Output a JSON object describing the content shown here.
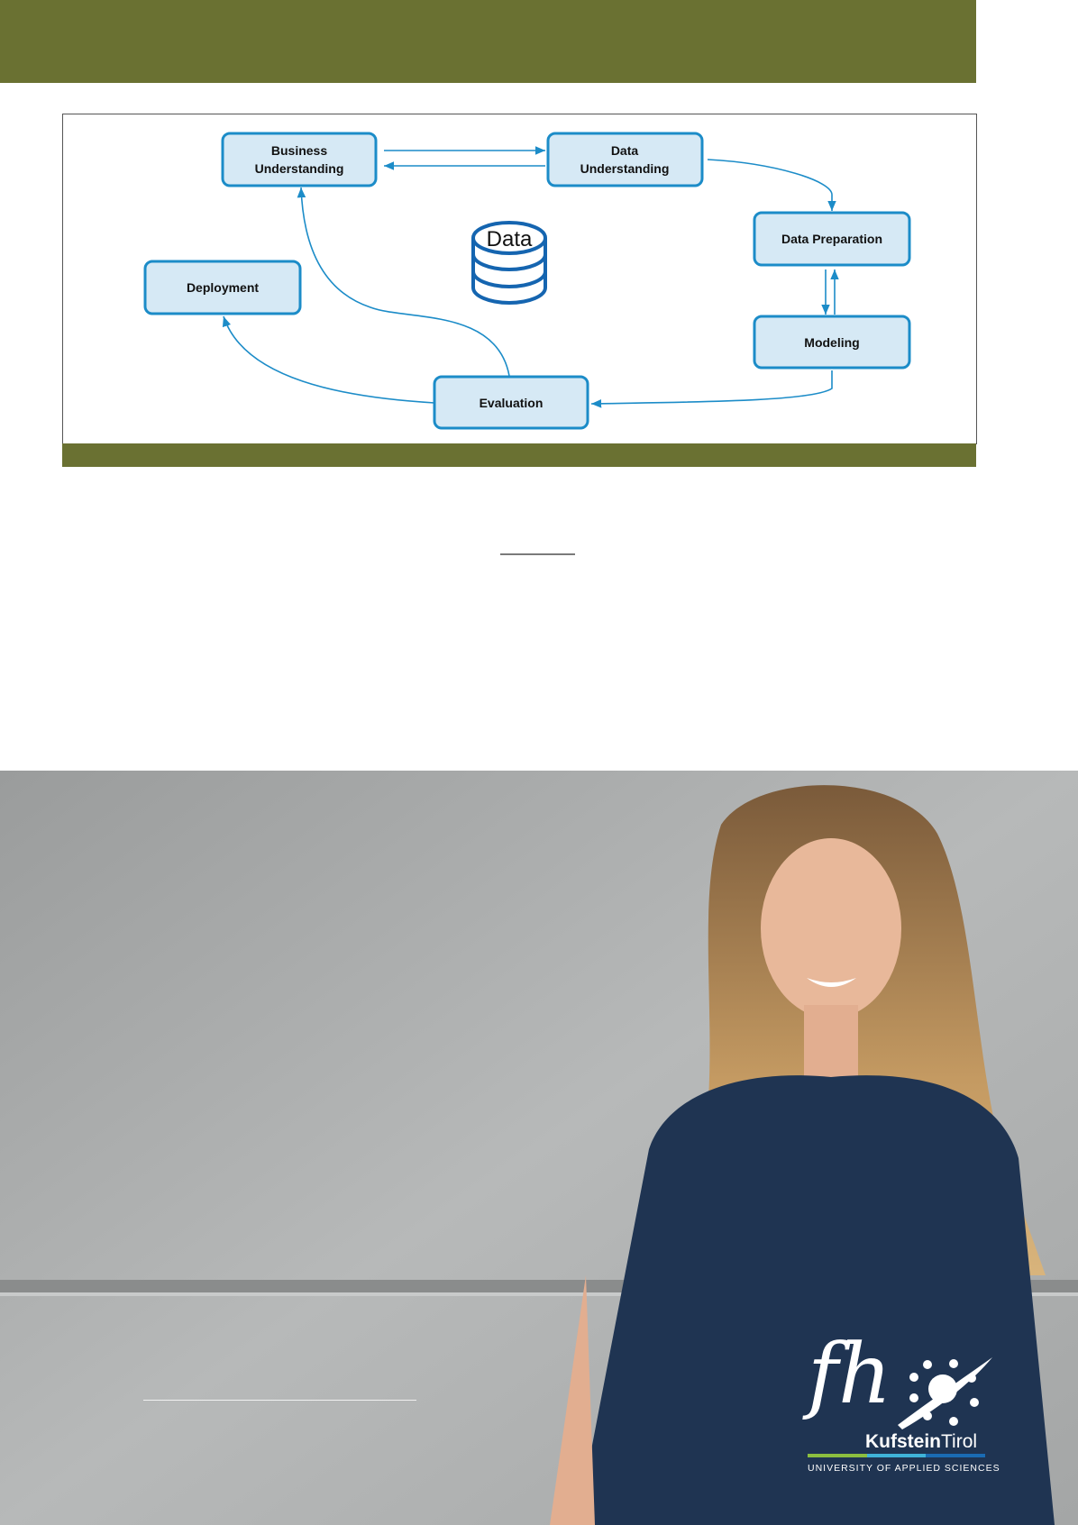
{
  "diagram": {
    "nodes": {
      "business_line1": "Business",
      "business_line2": "Understanding",
      "data_line1": "Data",
      "data_line2": "Understanding",
      "preparation": "Data Preparation",
      "modeling": "Modeling",
      "evaluation": "Evaluation",
      "deployment": "Deployment"
    },
    "database_label": "Data",
    "colors": {
      "box_fill": "#d6e9f5",
      "box_stroke": "#1c8cc8",
      "accent": "#6a7132"
    }
  },
  "logo": {
    "mark": "fh",
    "name_bold": "Kufstein",
    "name_regular": "Tirol",
    "tagline": "UNIVERSITY OF APPLIED SCIENCES"
  }
}
